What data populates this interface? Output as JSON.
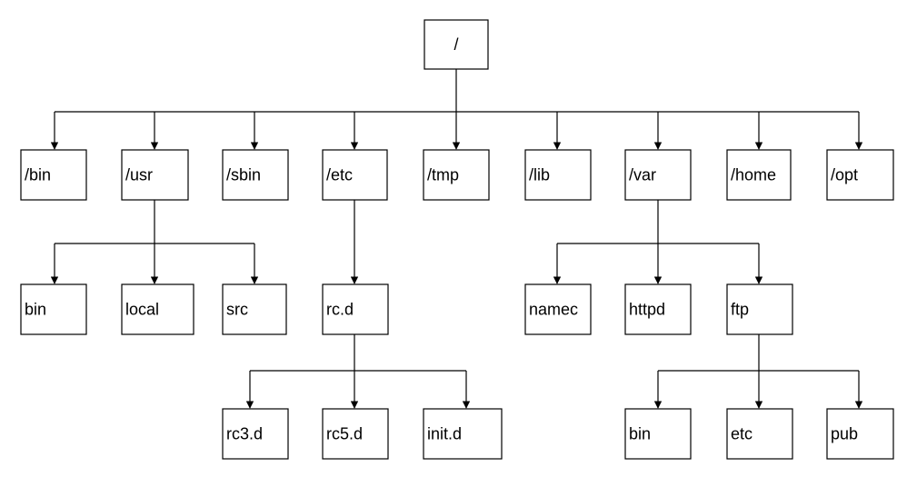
{
  "tree": {
    "label": "/",
    "children": [
      {
        "label": "/bin"
      },
      {
        "label": "/usr",
        "children": [
          {
            "label": "bin"
          },
          {
            "label": "local"
          },
          {
            "label": "src"
          }
        ]
      },
      {
        "label": "/sbin"
      },
      {
        "label": "/etc",
        "children": [
          {
            "label": "rc.d",
            "children": [
              {
                "label": "rc3.d"
              },
              {
                "label": "rc5.d"
              },
              {
                "label": "init.d"
              }
            ]
          }
        ]
      },
      {
        "label": "/tmp"
      },
      {
        "label": "/lib"
      },
      {
        "label": "/var",
        "children": [
          {
            "label": "namec"
          },
          {
            "label": "httpd"
          },
          {
            "label": "ftp",
            "children": [
              {
                "label": "bin"
              },
              {
                "label": "etc"
              },
              {
                "label": "pub"
              }
            ]
          }
        ]
      },
      {
        "label": "/home"
      },
      {
        "label": "/opt"
      }
    ]
  }
}
